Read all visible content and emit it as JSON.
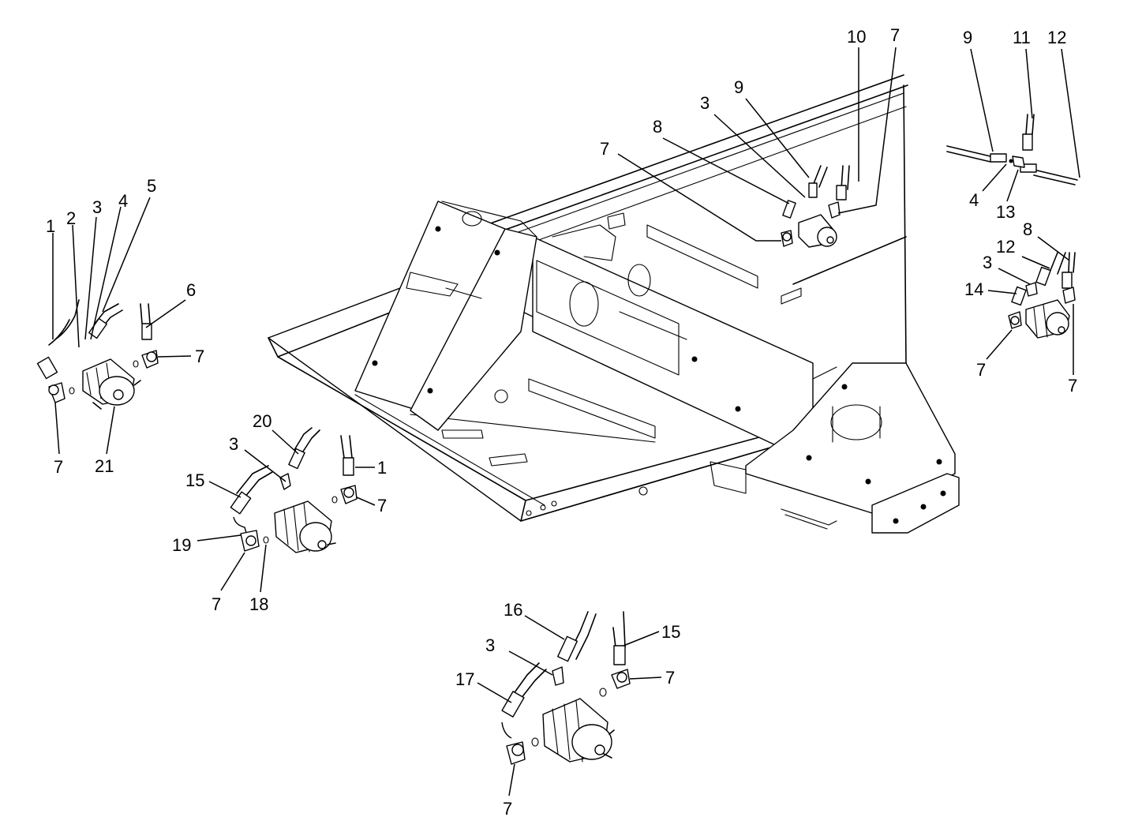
{
  "callouts": {
    "c1": "1",
    "c2": "2",
    "c3": "3",
    "c4": "4",
    "c5": "5",
    "c6": "6",
    "c7": "7",
    "c21": "21",
    "c20": "20",
    "c3b": "3",
    "c1b": "1",
    "c15": "15",
    "c7b": "7",
    "c19": "19",
    "c7c": "7",
    "c18": "18",
    "c16": "16",
    "c15b": "15",
    "c3c": "3",
    "c7d": "7",
    "c17": "17",
    "c7e": "7",
    "c10": "10",
    "c7f": "7",
    "c9": "9",
    "c3d": "3",
    "c8": "8",
    "c7g": "7",
    "c9b": "9",
    "c11": "11",
    "c12": "12",
    "c4b": "4",
    "c13": "13",
    "c8b": "8",
    "c12b": "12",
    "c3e": "3",
    "c14": "14",
    "c7h": "7",
    "c7i": "7"
  }
}
